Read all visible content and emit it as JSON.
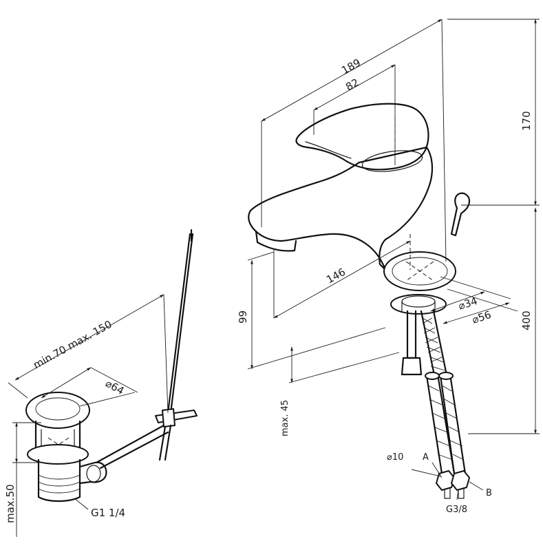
{
  "dimensions": {
    "total_length": "189",
    "lever_length": "82",
    "spout_reach": "146",
    "total_height": "170",
    "spout_height": "99",
    "hose_length": "400",
    "max_deck_thickness": "max. 45",
    "base_inner_diameter": "⌀34",
    "base_outer_diameter": "⌀56",
    "waste_rod_length": "min.70 max. 150",
    "waste_diameter": "⌀64",
    "waste_max_thickness": "max.50"
  },
  "labels": {
    "hose_diameter": "⌀10",
    "point_a": "A",
    "point_b": "B",
    "hose_thread": "G3/8",
    "waste_thread": "G1 1/4"
  },
  "colors": {
    "line": "#1a1a1a",
    "background": "#ffffff"
  }
}
